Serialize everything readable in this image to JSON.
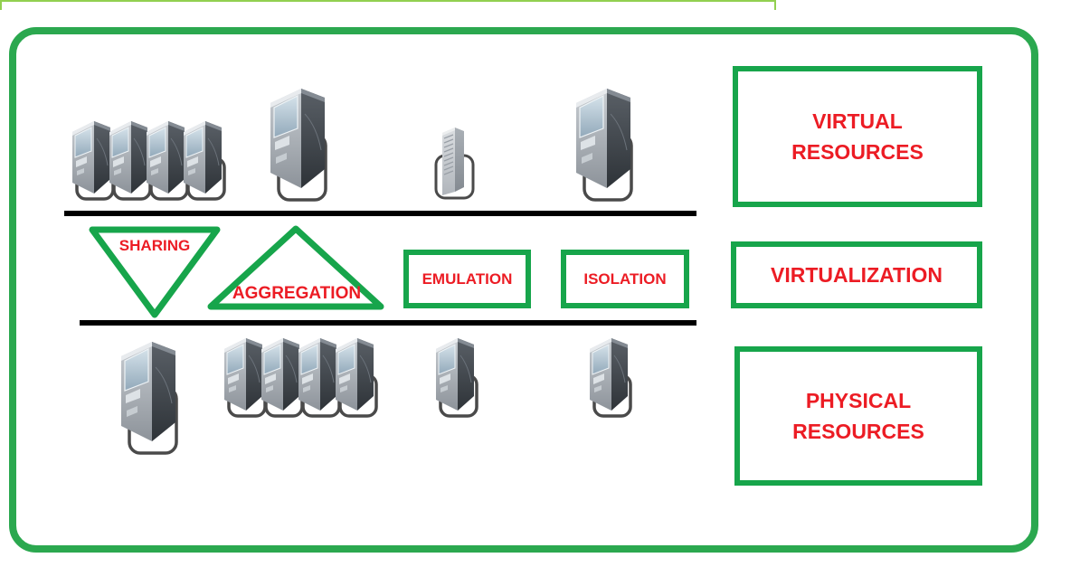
{
  "colors": {
    "frame_green": "#2BA84F",
    "box_green": "#17A54B",
    "strip_green": "#92D050",
    "label_red": "#EC1C24",
    "divider_black": "#000000"
  },
  "layers": {
    "virtual": {
      "line1": "VIRTUAL",
      "line2": "RESOURCES"
    },
    "middle": {
      "label": "VIRTUALIZATION"
    },
    "physical": {
      "line1": "PHYSICAL",
      "line2": "RESOURCES"
    }
  },
  "techniques": {
    "sharing": "SHARING",
    "aggregation": "AGGREGATION",
    "emulation": "EMULATION",
    "isolation": "ISOLATION"
  },
  "icons": {
    "server_tower": "server-tower-icon",
    "server_rack": "thin-rack-server-icon"
  },
  "clusters": {
    "virtual": [
      {
        "type": "server-small-dark",
        "count": 4
      },
      {
        "type": "server-large-dark",
        "count": 1
      },
      {
        "type": "server-thin-light",
        "count": 1
      },
      {
        "type": "server-large-dark",
        "count": 1
      }
    ],
    "physical": [
      {
        "type": "server-large-dark",
        "count": 1
      },
      {
        "type": "server-small-dark",
        "count": 4
      },
      {
        "type": "server-small-dark",
        "count": 1
      },
      {
        "type": "server-small-dark",
        "count": 1
      }
    ]
  }
}
